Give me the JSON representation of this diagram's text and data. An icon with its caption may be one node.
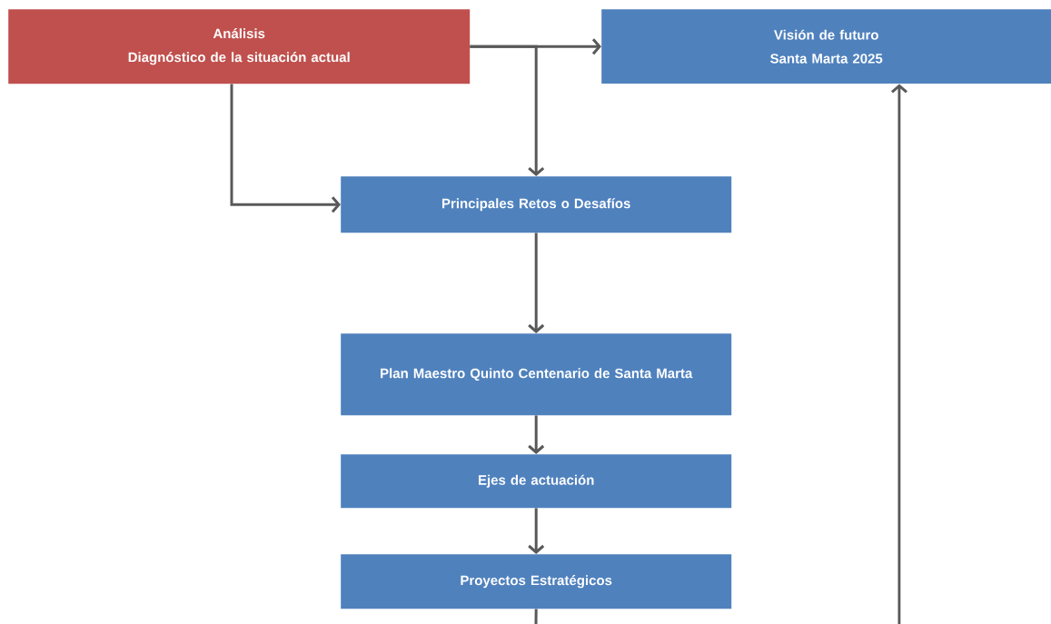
{
  "diagram": {
    "nodes": [
      {
        "text": [
          "Análisis",
          "Diagnóstico de la situación actual"
        ]
      },
      {
        "text": [
          "Visión de futuro",
          "Santa Marta 2025"
        ]
      },
      {
        "text": [
          "Principales Retos o Desafíos"
        ]
      },
      {
        "text": [
          "Plan Maestro Quinto Centenario de Santa Marta"
        ]
      },
      {
        "text": [
          "Ejes de actuación"
        ]
      },
      {
        "text": [
          "Proyectos Estratégicos"
        ]
      }
    ],
    "edges": [
      {
        "from": 0,
        "to": 1,
        "arrow": "to"
      },
      {
        "from": 0,
        "to": 2,
        "arrow": "to"
      },
      {
        "from": 0,
        "to": 2,
        "arrow": "to"
      },
      {
        "from": 2,
        "to": 3,
        "arrow": "to"
      },
      {
        "from": 3,
        "to": 4,
        "arrow": "to"
      },
      {
        "from": 4,
        "to": 5,
        "arrow": "to"
      },
      {
        "from": 5,
        "to": null,
        "arrow": "none"
      },
      {
        "from": null,
        "to": 1,
        "arrow": "to"
      }
    ]
  }
}
